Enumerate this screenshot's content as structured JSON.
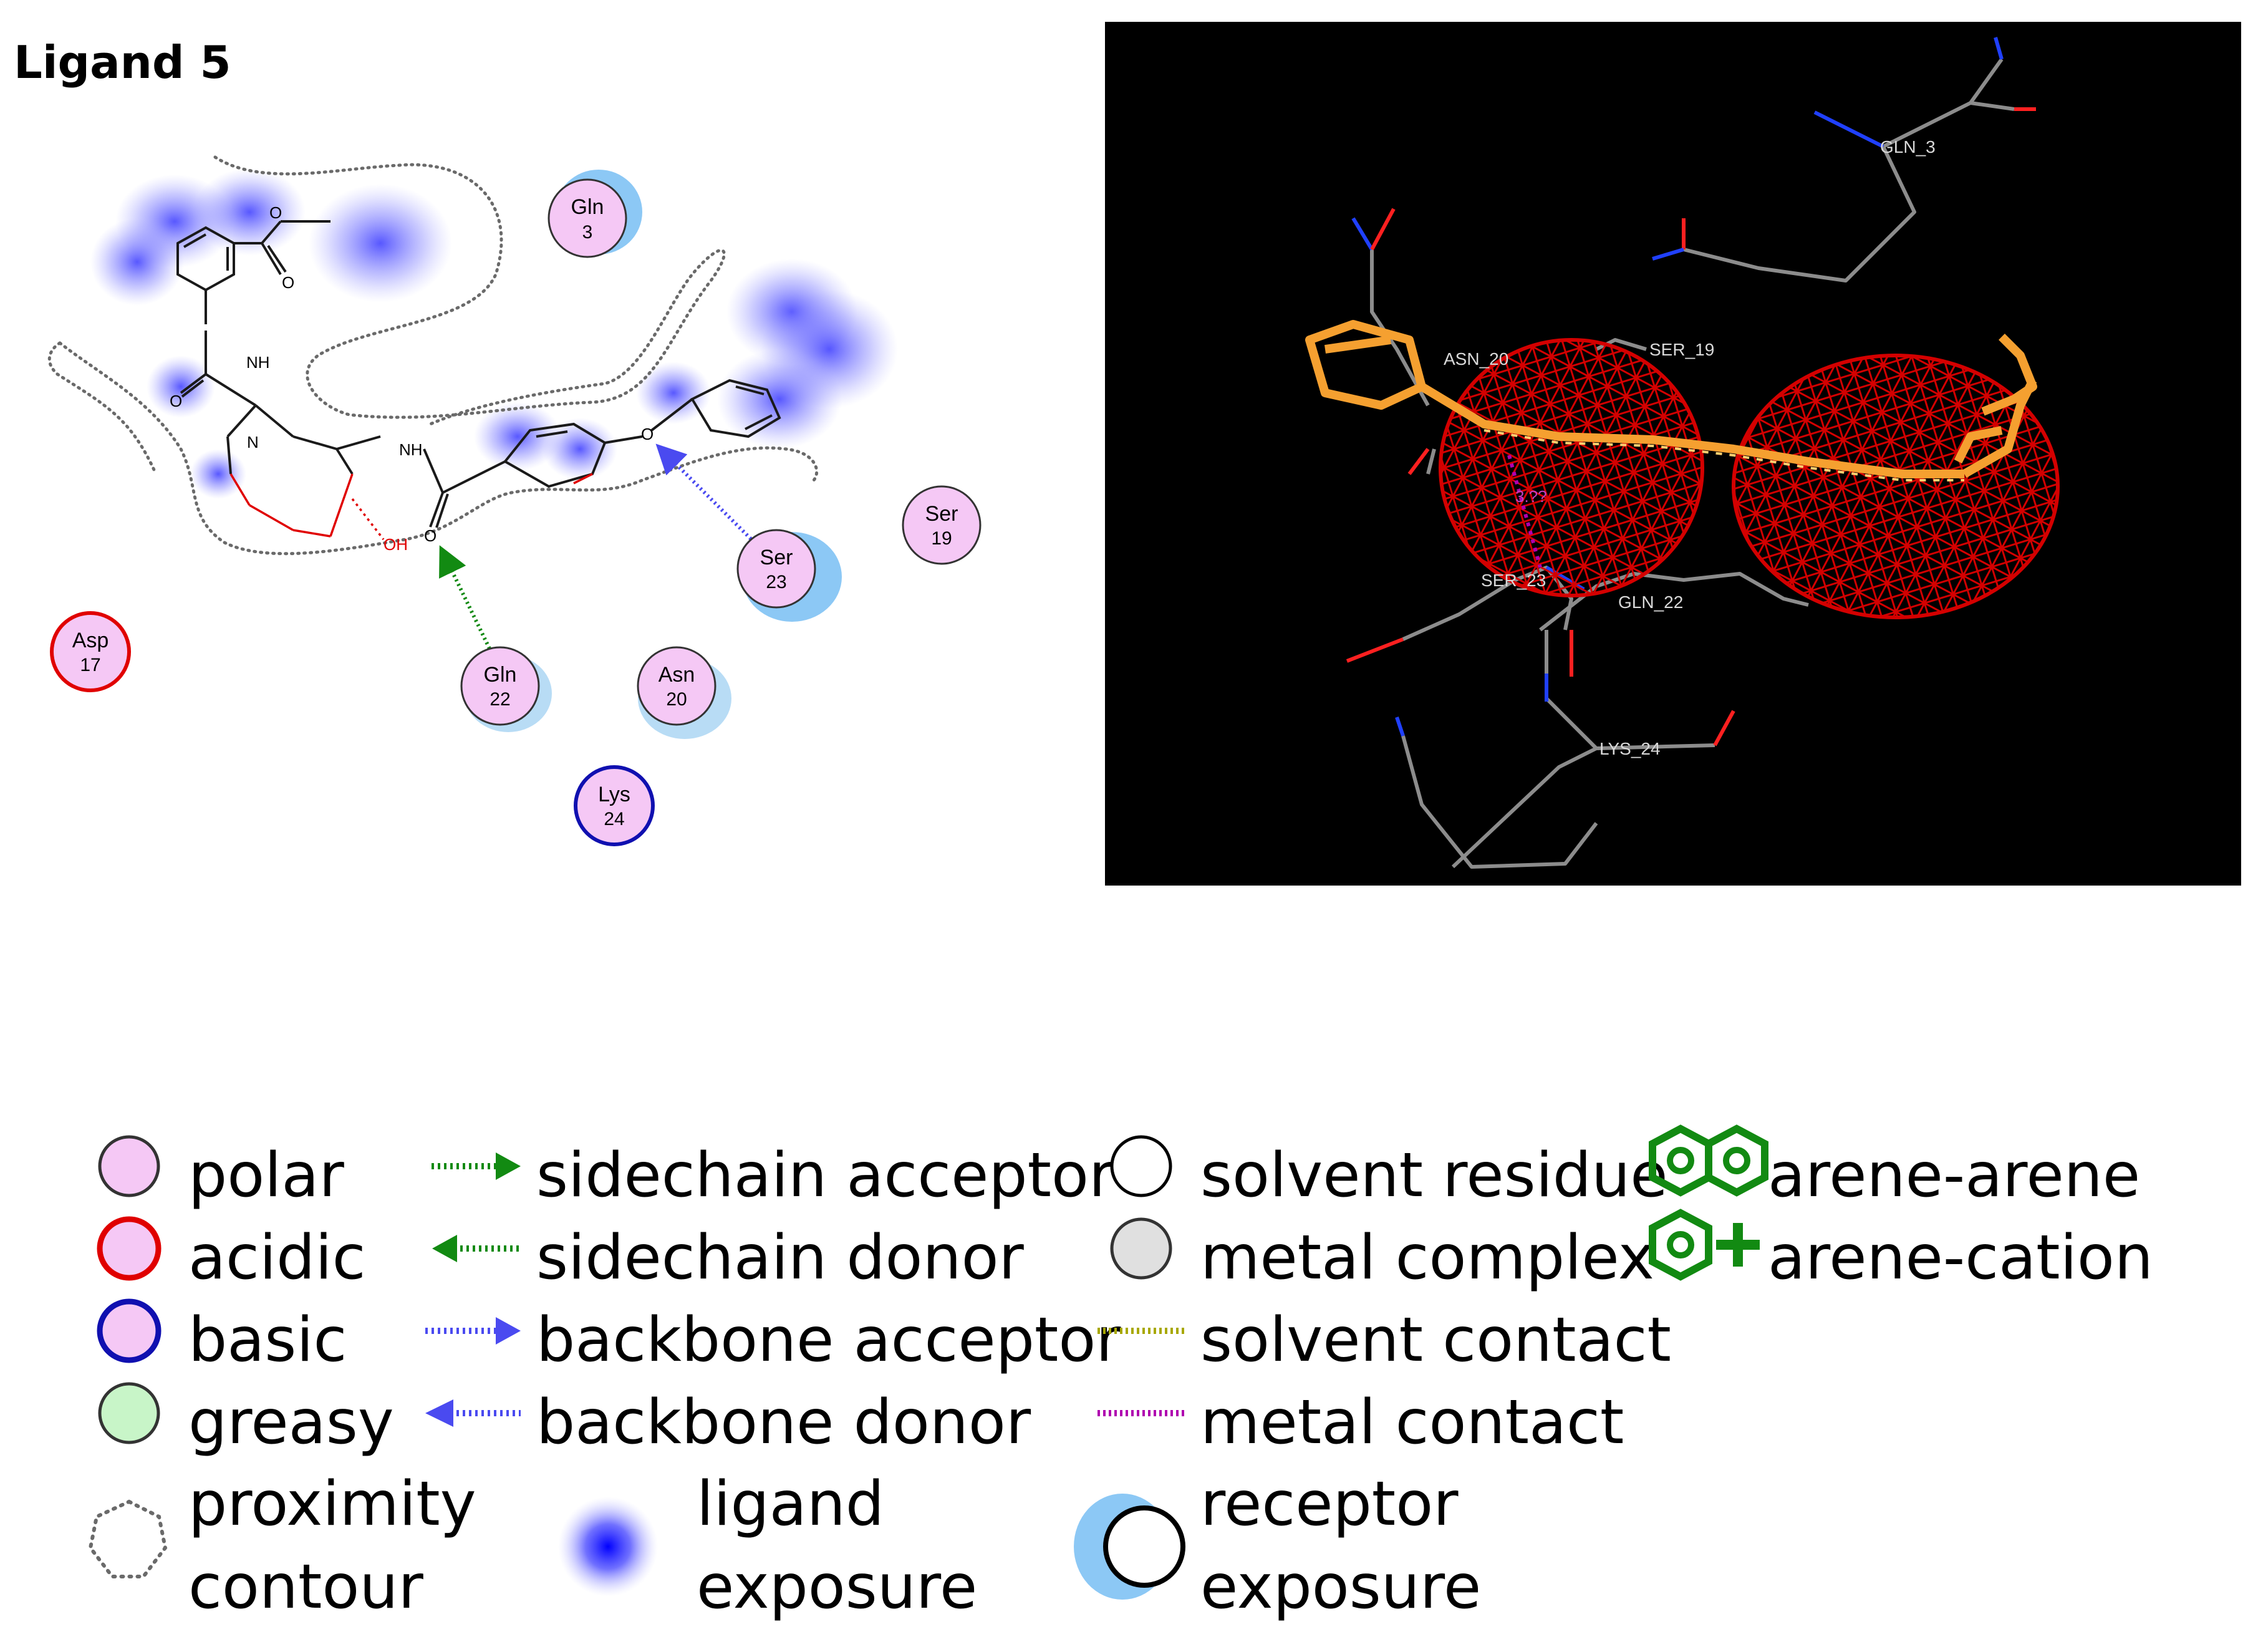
{
  "title": "Ligand 5",
  "residues": [
    {
      "id": "gln3",
      "name": "Gln",
      "num": "3"
    },
    {
      "id": "ser19",
      "name": "Ser",
      "num": "19"
    },
    {
      "id": "ser23",
      "name": "Ser",
      "num": "23"
    },
    {
      "id": "asp17",
      "name": "Asp",
      "num": "17"
    },
    {
      "id": "gln22",
      "name": "Gln",
      "num": "22"
    },
    {
      "id": "asn20",
      "name": "Asn",
      "num": "20"
    },
    {
      "id": "lys24",
      "name": "Lys",
      "num": "24"
    }
  ],
  "atom_labels": {
    "nh1": "NH",
    "nh2": "NH",
    "oh": "OH"
  },
  "view3d_labels": {
    "gln3": "GLN_3",
    "asn20": "ASN_20",
    "ser19": "SER_19",
    "ser23": "SER_23",
    "gln22": "GLN_22",
    "lys24": "LYS_24",
    "distance": "3.??"
  },
  "legend": {
    "polar": "polar",
    "acidic": "acidic",
    "basic": "basic",
    "greasy": "greasy",
    "proximity_1": "proximity",
    "proximity_2": "contour",
    "sidechain_acceptor": "sidechain acceptor",
    "sidechain_donor": "sidechain donor",
    "backbone_acceptor": "backbone acceptor",
    "backbone_donor": "backbone donor",
    "ligand_1": "ligand",
    "ligand_2": "exposure",
    "solvent_residue": "solvent residue",
    "metal_complex": "metal complex",
    "solvent_contact": "solvent contact",
    "metal_contact": "metal contact",
    "receptor_1": "receptor",
    "receptor_2": "exposure",
    "arene_arene": "arene-arene",
    "arene_cation": "arene-cation"
  },
  "colors": {
    "polar_fill": "#f5c8f5",
    "acidic_border": "#e00000",
    "basic_border": "#1010b0",
    "greasy_fill": "#c8f5c8",
    "sidechain_arrow": "#128a12",
    "backbone_arrow": "#4a4af0",
    "solvent_contact": "#a8a800",
    "metal_contact": "#b000b0",
    "receptor_exposure": "#8cc8f5",
    "ligand_exposure": "#3a3aff",
    "view3d_bg": "#000000",
    "ligand_orange": "#f5a030",
    "mesh_red": "#d40000"
  }
}
